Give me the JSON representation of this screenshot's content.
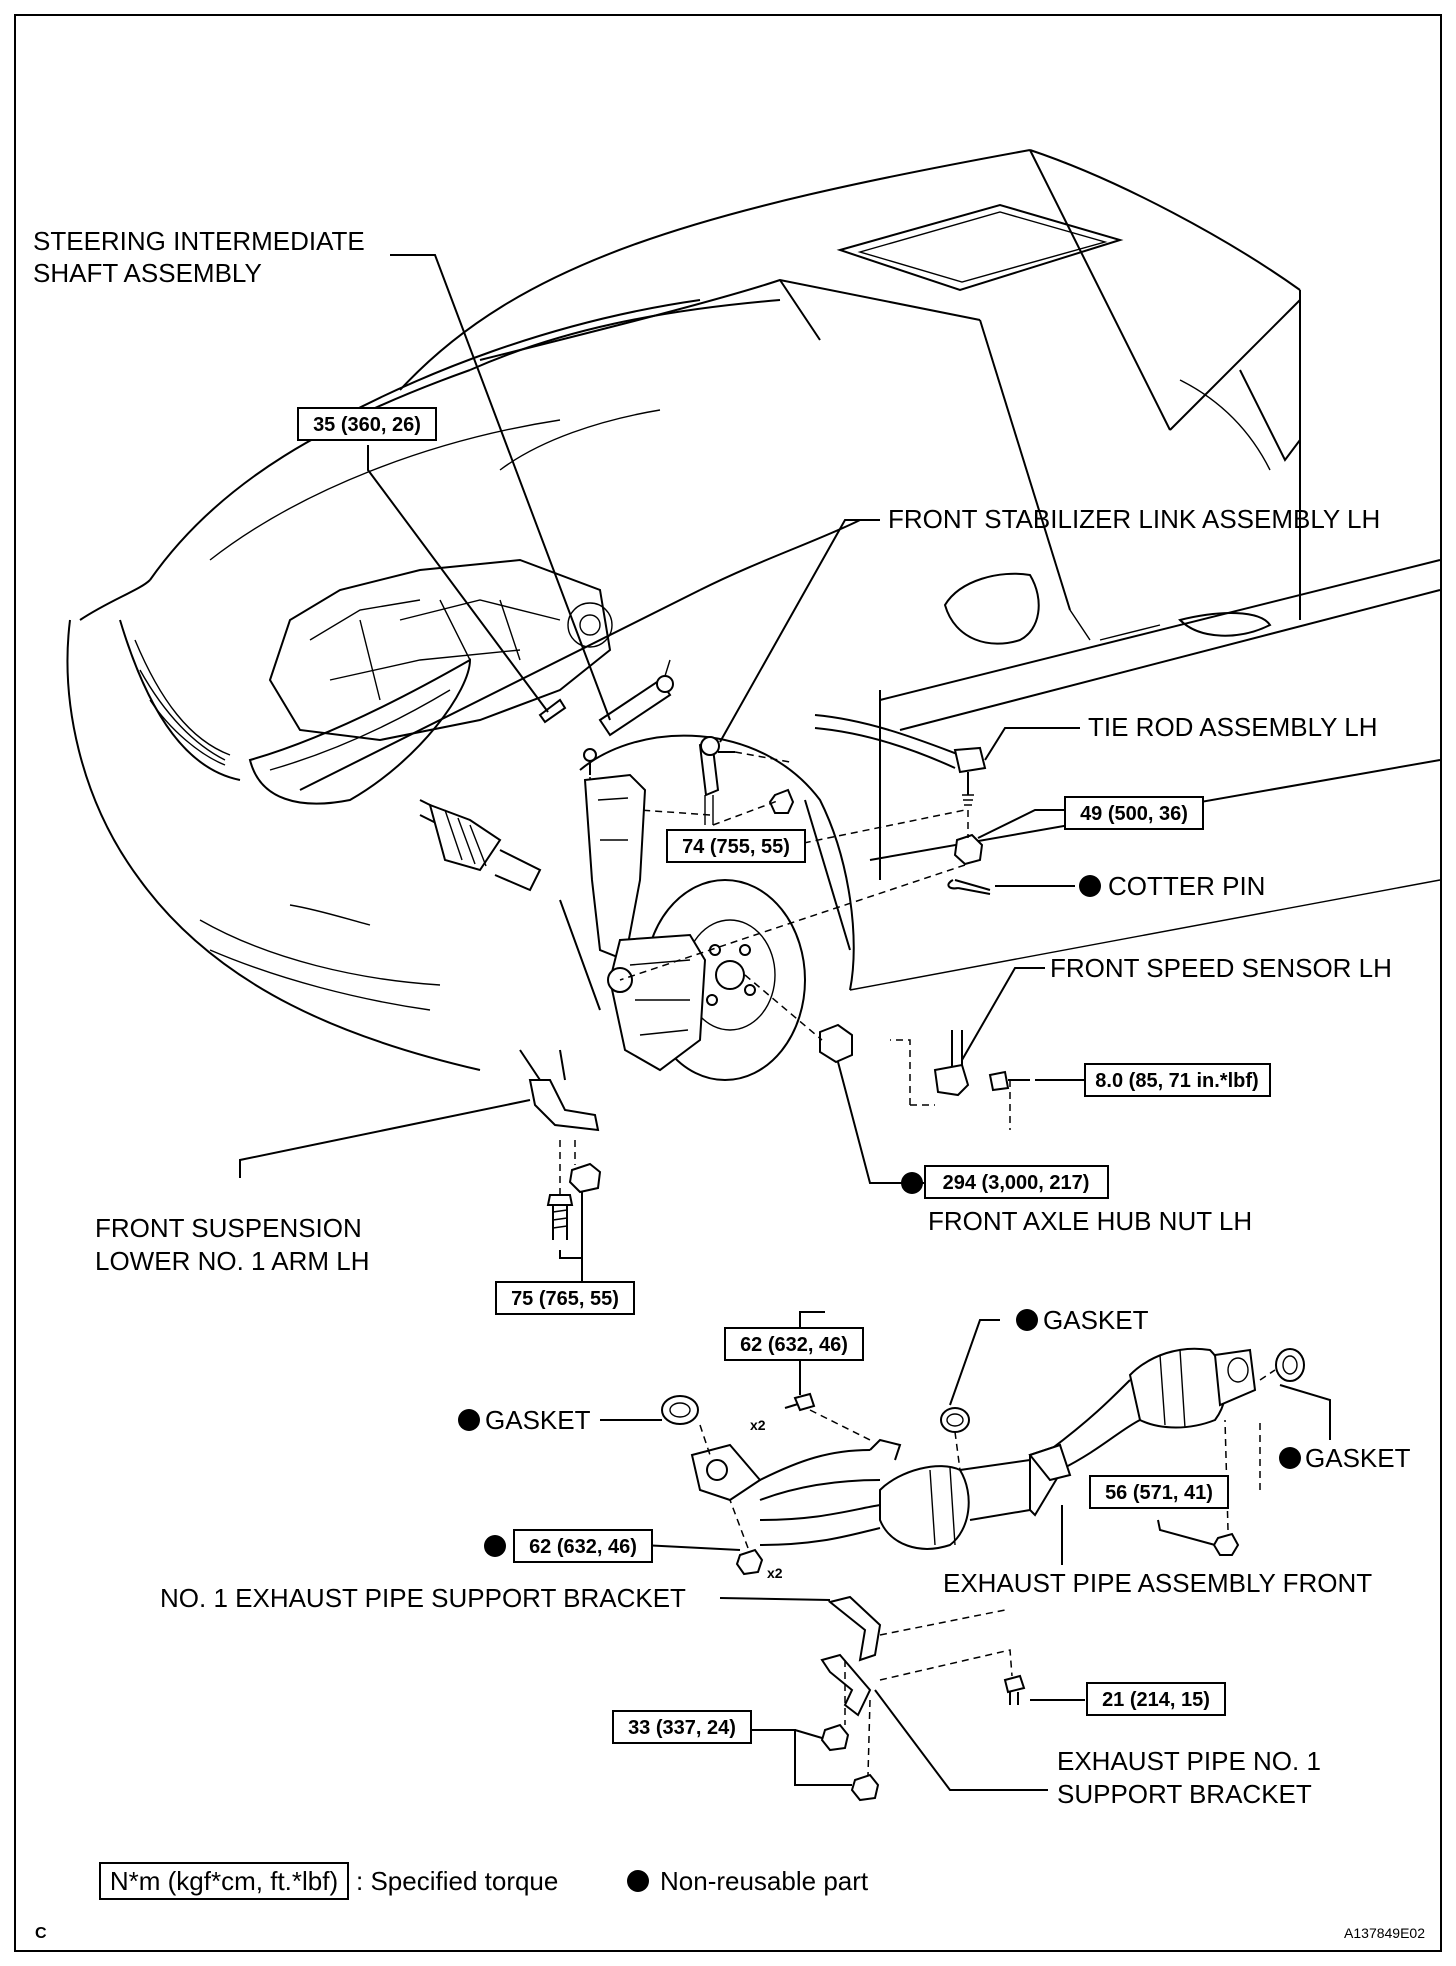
{
  "labels": {
    "steering_shaft_1": "STEERING INTERMEDIATE",
    "steering_shaft_2": "SHAFT ASSEMBLY",
    "stabilizer_link": "FRONT STABILIZER LINK ASSEMBLY LH",
    "tie_rod": "TIE ROD ASSEMBLY LH",
    "cotter_pin": "COTTER PIN",
    "speed_sensor": "FRONT SPEED SENSOR LH",
    "axle_hub_nut": "FRONT AXLE HUB NUT LH",
    "lower_arm_1": "FRONT SUSPENSION",
    "lower_arm_2": "LOWER NO. 1 ARM LH",
    "gasket_top": "GASKET",
    "gasket_left": "GASKET",
    "gasket_right": "GASKET",
    "exhaust_front": "EXHAUST PIPE ASSEMBLY FRONT",
    "no1_support_bracket": "NO. 1 EXHAUST PIPE SUPPORT BRACKET",
    "support_bracket_1": "EXHAUST PIPE NO. 1",
    "support_bracket_2": "SUPPORT BRACKET",
    "x2_upper": "x2",
    "x2_lower": "x2"
  },
  "torques": {
    "t35": "35 (360, 26)",
    "t74": "74 (755, 55)",
    "t49": "49 (500, 36)",
    "t8": "8.0 (85, 71 in.*lbf)",
    "t294": "294 (3,000, 217)",
    "t75": "75 (765, 55)",
    "t62a": "62 (632, 46)",
    "t62b": "62 (632, 46)",
    "t56": "56 (571, 41)",
    "t33": "33 (337, 24)",
    "t21": "21 (214, 15)"
  },
  "legend": {
    "torque_unit": "N*m (kgf*cm, ft.*lbf)",
    "torque_desc": ": Specified torque",
    "nonreusable": "Non-reusable part"
  },
  "footer": {
    "letter": "C",
    "code": "A137849E02"
  }
}
